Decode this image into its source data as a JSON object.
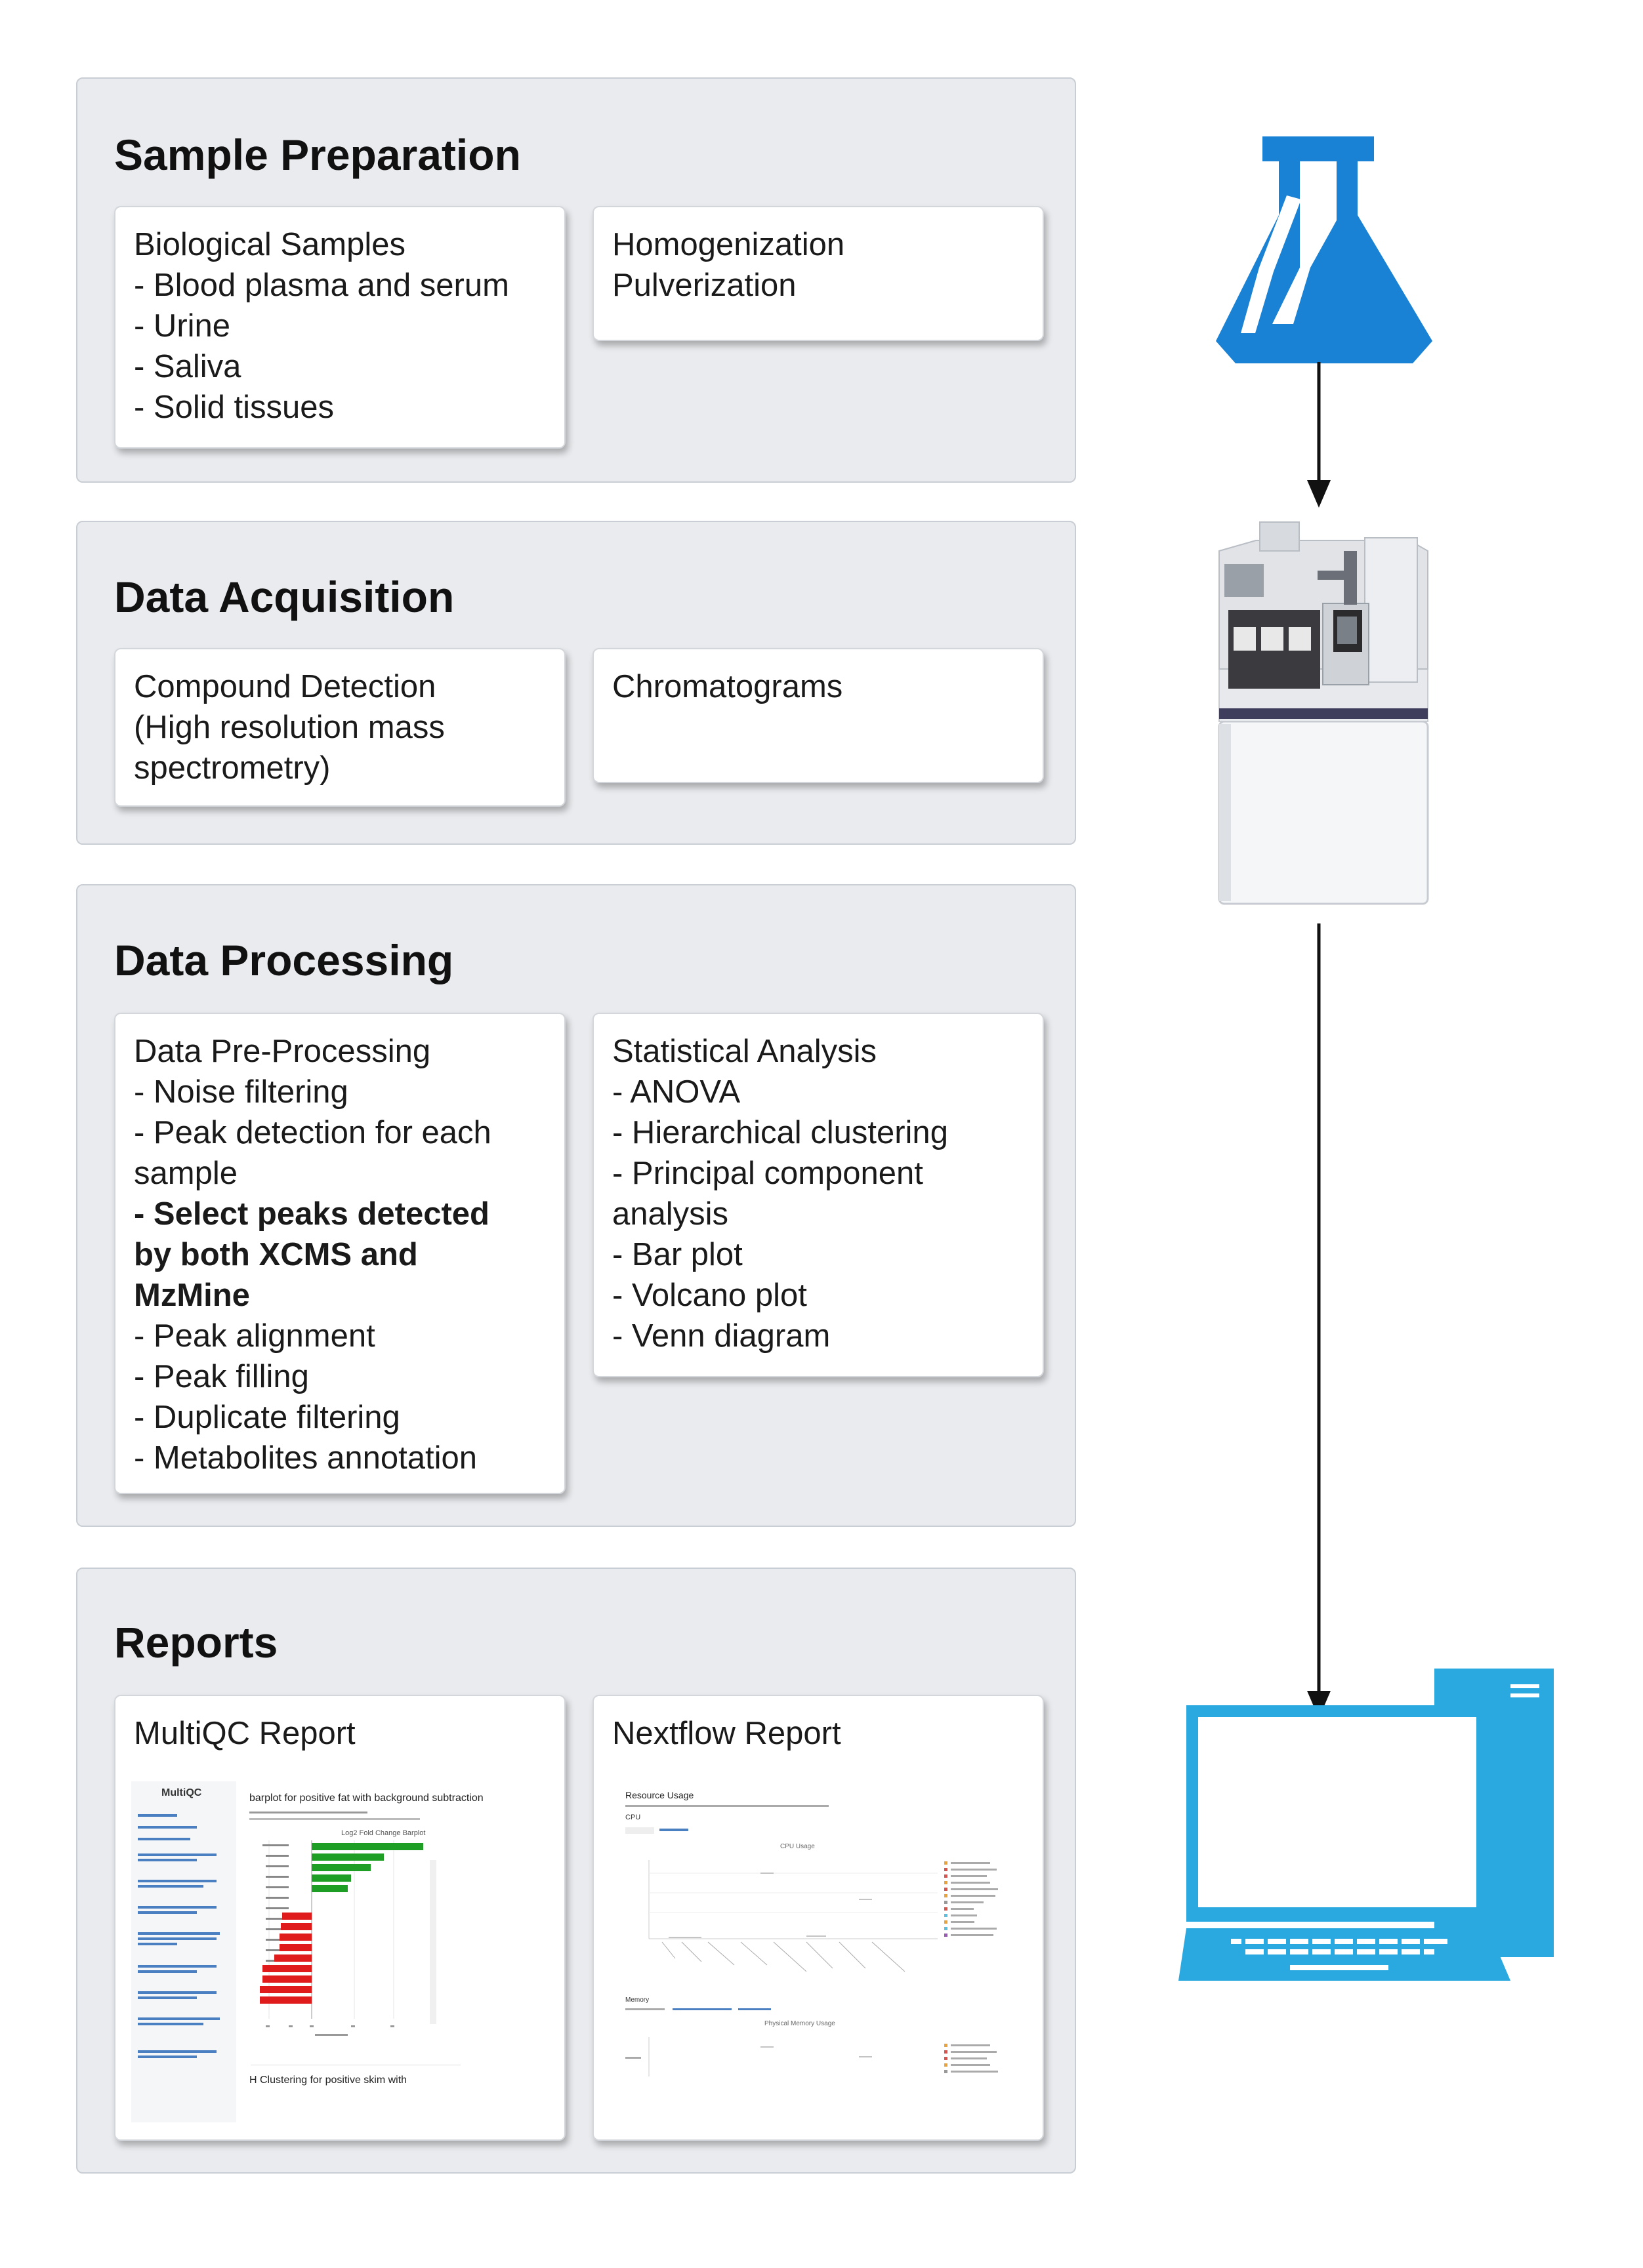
{
  "sections": {
    "prep": {
      "title": "Sample Preparation",
      "card1": {
        "lines": [
          "Biological Samples",
          "- Blood plasma and serum",
          "- Urine",
          "- Saliva",
          "- Solid tissues"
        ]
      },
      "card2": {
        "lines": [
          "Homogenization",
          "Pulverization"
        ]
      }
    },
    "acq": {
      "title": "Data Acquisition",
      "card1": {
        "lines": [
          "Compound Detection",
          "(High resolution mass",
          "spectrometry)"
        ]
      },
      "card2": {
        "lines": [
          "Chromatograms"
        ]
      }
    },
    "proc": {
      "title": "Data Processing",
      "card1": {
        "lines": [
          "Data Pre-Processing",
          "- Noise filtering",
          "- Peak detection for each",
          "sample",
          "- Select peaks detected",
          "by both XCMS and",
          "MzMine",
          "- Peak alignment",
          "- Peak filling",
          "- Duplicate filtering",
          "- Metabolites annotation"
        ]
      },
      "card2": {
        "lines": [
          "Statistical Analysis",
          "- ANOVA",
          "- Hierarchical clustering",
          "- Principal component",
          "analysis",
          "- Bar plot",
          "- Volcano plot",
          "- Venn diagram"
        ]
      }
    },
    "reports": {
      "title": "Reports",
      "card1": {
        "title": "MultiQC Report",
        "thumb": {
          "logo": "MultiQC",
          "heading": "barplot for positive fat with background subtraction",
          "plot_title": "Log2 Fold Change Barplot",
          "footer": "H Clustering for positive skim with"
        }
      },
      "card2": {
        "title": "Nextflow Report",
        "thumb": {
          "heading": "Resource Usage",
          "cpu_label": "CPU",
          "cpu_chart_title": "CPU Usage",
          "memory_label": "Memory",
          "memory_chart_title": "Physical Memory Usage"
        }
      }
    }
  },
  "icons": {
    "flask": "flask-icon",
    "instrument": "mass-spectrometer-icon",
    "computer": "computer-icon"
  },
  "colors": {
    "icon_blue": "#1a82d4",
    "computer_blue": "#2aa8e0",
    "bar_green": "#1e9e24",
    "bar_red": "#e01b1b"
  }
}
